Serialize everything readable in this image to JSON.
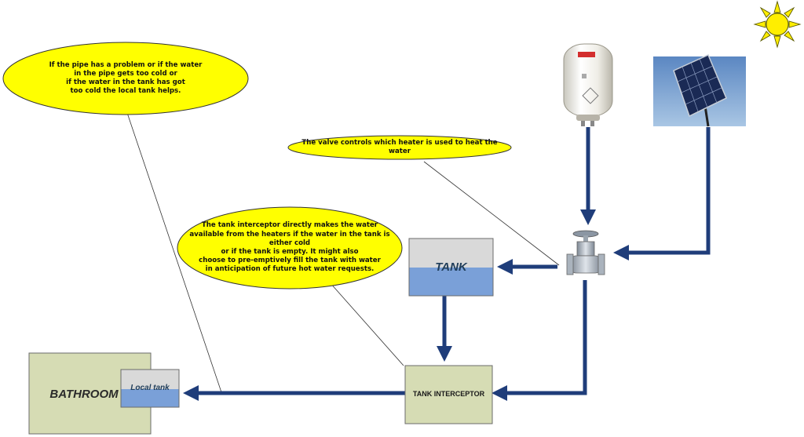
{
  "callouts": {
    "pipe_help": "If the pipe has a problem or if the water\nin the pipe gets too cold or\nif the water in the tank has got\ntoo cold the local tank helps.",
    "valve": "The valve controls which heater is used to heat the water",
    "interceptor": "The tank interceptor directly makes the water\navailable from the heaters if the water in the tank is either cold\nor if the tank is empty. It might also\nchoose to pre-emptively fill the tank with water\nin anticipation of future hot water requests."
  },
  "labels": {
    "tank": "TANK",
    "tank_interceptor": "TANK INTERCEPTOR",
    "bathroom": "BATHROOM",
    "local_tank": "Local tank"
  },
  "colors": {
    "callout_fill": "#ffff00",
    "box_fill": "#d6dcb4",
    "water_fill": "#7aa0d8",
    "air_fill": "#d9d9d9",
    "pipe": "#1f3d7a",
    "sun": "#ffee00",
    "sky": "#6f9bd1"
  },
  "icons": [
    "sun-icon",
    "water-heater-icon",
    "solar-panel-icon",
    "valve-icon"
  ]
}
